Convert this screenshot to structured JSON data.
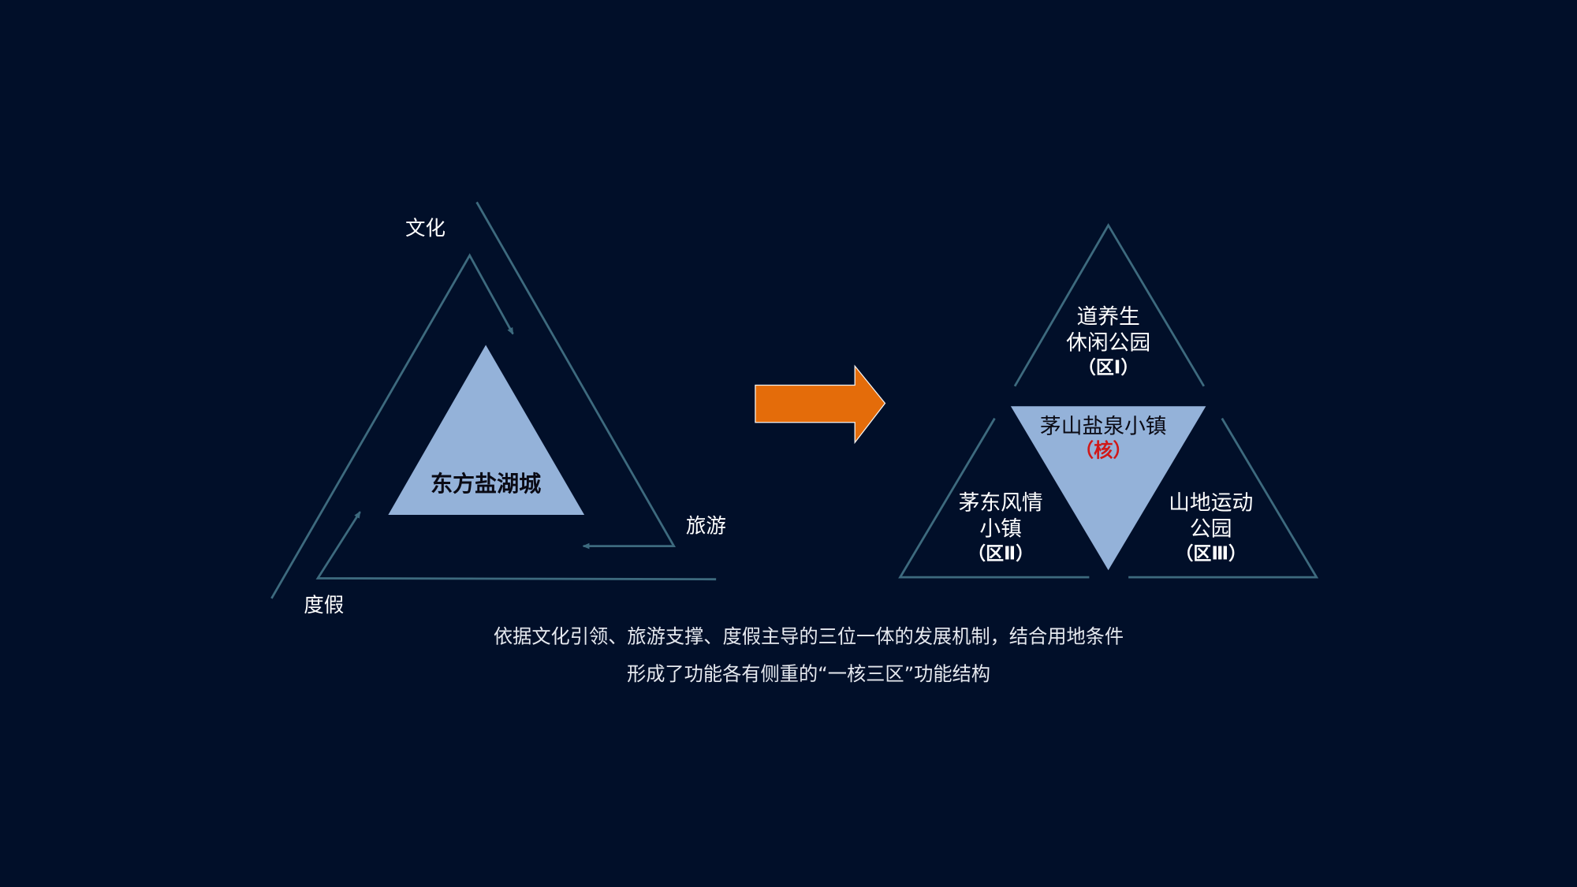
{
  "colors": {
    "background": "#010f29",
    "line": "#3d6a7e",
    "triangle_fill": "#94b2d9",
    "arrow": "#e46c0a",
    "core_label": "#d01818"
  },
  "left_diagram": {
    "center": "东方盐湖城",
    "labels": {
      "culture": "文化",
      "tourism": "旅游",
      "vacation": "度假"
    }
  },
  "right_diagram": {
    "top_zone": {
      "line1": "道养生",
      "line2": "休闲公园",
      "tag": "（区Ⅰ）"
    },
    "core": {
      "line1": "茅山盐泉小镇",
      "tag": "（核）"
    },
    "left_zone": {
      "line1": "茅东风情",
      "line2": "小镇",
      "tag": "（区Ⅱ）"
    },
    "right_zone": {
      "line1": "山地运动",
      "line2": "公园",
      "tag": "（区Ⅲ）"
    }
  },
  "caption": {
    "line1": "依据文化引领、旅游支撑、度假主导的三位一体的发展机制，结合用地条件",
    "line2": "形成了功能各有侧重的“一核三区”功能结构"
  }
}
